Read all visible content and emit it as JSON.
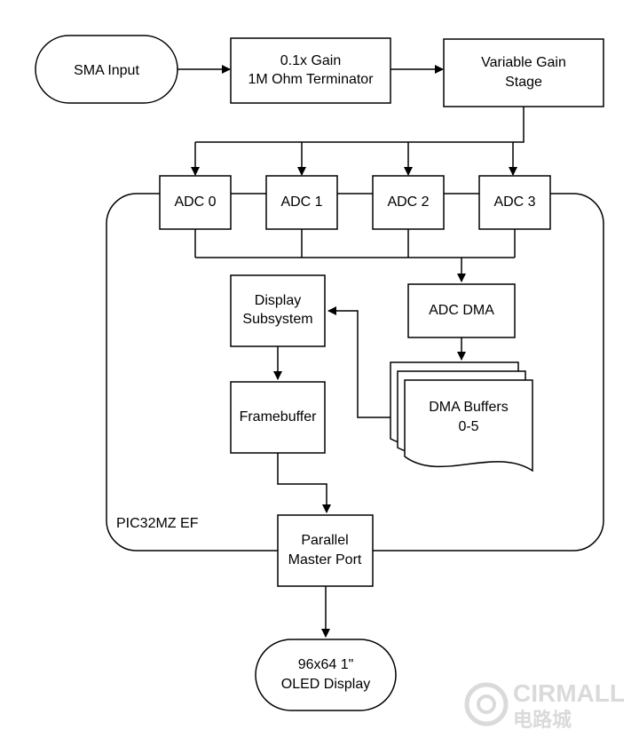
{
  "diagram": {
    "nodes": {
      "sma_input": "SMA Input",
      "gain_line1": "0.1x Gain",
      "gain_line2": "1M Ohm Terminator",
      "vga_line1": "Variable Gain",
      "vga_line2": "Stage",
      "adc0": "ADC 0",
      "adc1": "ADC 1",
      "adc2": "ADC 2",
      "adc3": "ADC 3",
      "adc_dma": "ADC DMA",
      "display_line1": "Display",
      "display_line2": "Subsystem",
      "framebuffer": "Framebuffer",
      "dma_buf_line1": "DMA Buffers",
      "dma_buf_line2": "0-5",
      "pmp_line1": "Parallel",
      "pmp_line2": "Master Port",
      "oled_line1": "96x64 1\"",
      "oled_line2": "OLED Display"
    },
    "container_label": "PIC32MZ EF"
  },
  "watermark": {
    "brand": "CIRMALL",
    "brand_cn": "电路城"
  }
}
